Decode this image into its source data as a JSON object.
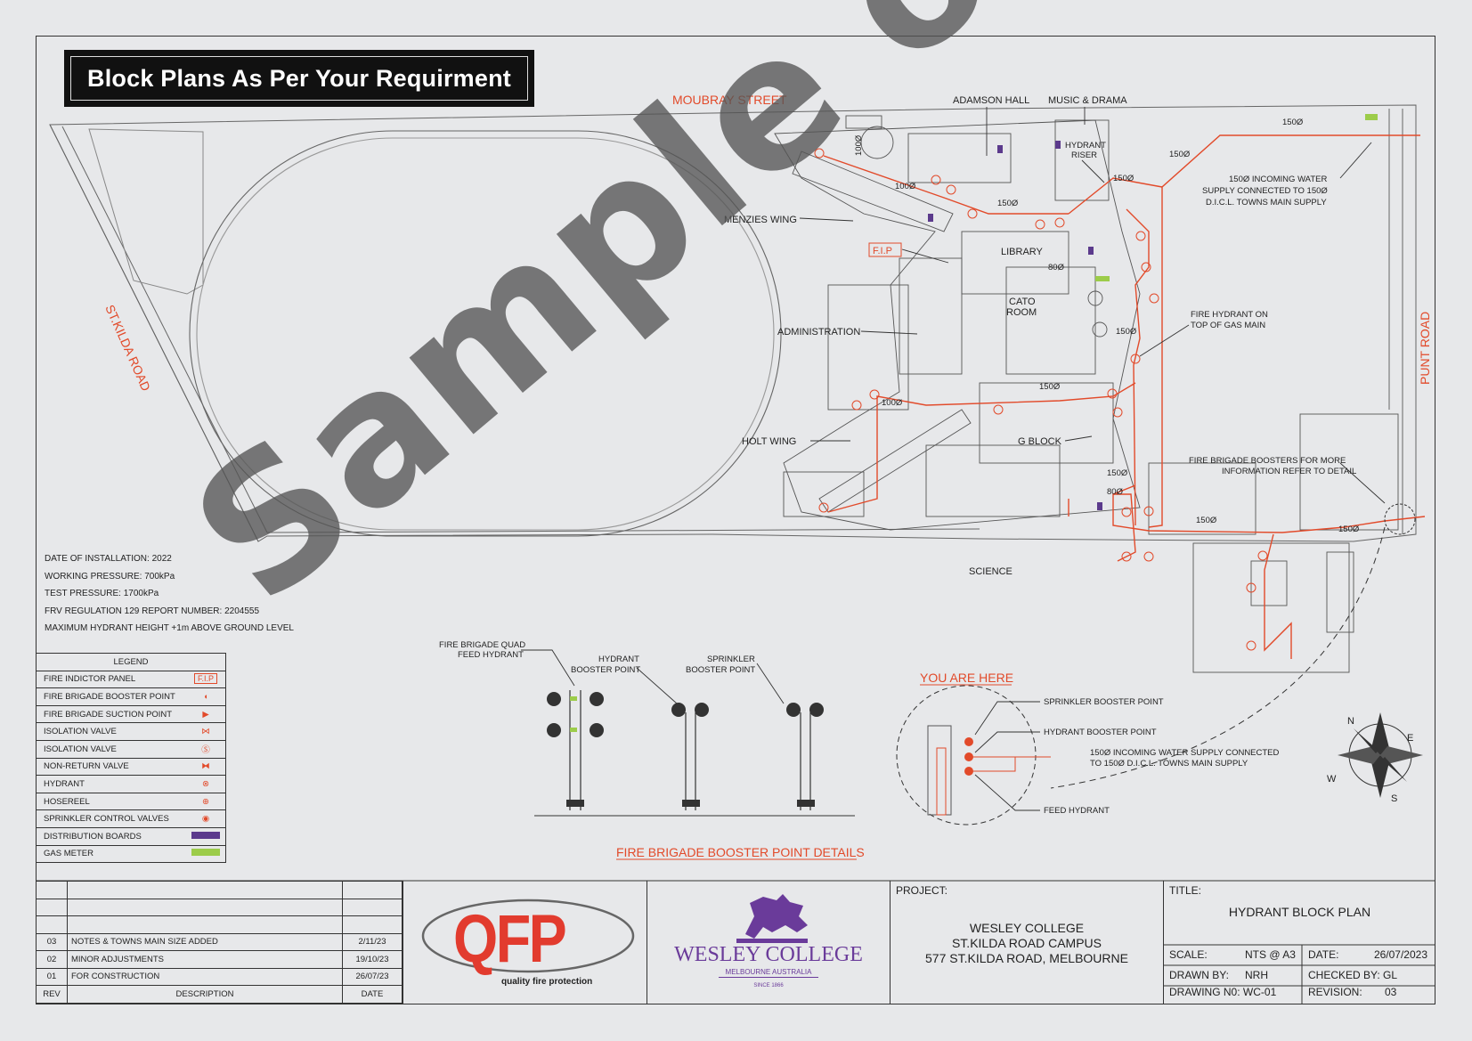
{
  "banner": {
    "title": "Block Plans As Per Your Requirment"
  },
  "watermark": "Sample only",
  "streets": {
    "moubray": "MOUBRAY STREET",
    "stkilda": "ST.KILDA ROAD",
    "punt": "PUNT ROAD"
  },
  "buildings": {
    "adamson": "ADAMSON HALL",
    "music": "MUSIC & DRAMA",
    "menzies": "MENZIES WING",
    "hydrant_riser_1": "HYDRANT",
    "hydrant_riser_2": "RISER",
    "library": "LIBRARY",
    "cato_1": "CATO",
    "cato_2": "ROOM",
    "administration": "ADMINISTRATION",
    "holt": "HOLT WING",
    "gblock": "G BLOCK",
    "science": "SCIENCE",
    "fip": "F.I.P"
  },
  "pipe_labels": {
    "p150": "150Ø",
    "p100": "100Ø",
    "p80": "80Ø"
  },
  "callouts": {
    "incoming_1": "150Ø INCOMING WATER",
    "incoming_2": "SUPPLY CONNECTED TO 150Ø",
    "incoming_3": "D.I.C.L. TOWNS MAIN SUPPLY",
    "gas_1": "FIRE HYDRANT ON",
    "gas_2": "TOP OF GAS MAIN",
    "boosters_1": "FIRE BRIGADE BOOSTERS FOR MORE",
    "boosters_2": "INFORMATION REFER TO DETAIL"
  },
  "notes": {
    "installation": "DATE OF INSTALLATION: 2022",
    "working": "WORKING PRESSURE: 700kPa",
    "test": "TEST PRESSURE: 1700kPa",
    "frv": "FRV REGULATION 129 REPORT NUMBER:  2204555",
    "height": "MAXIMUM HYDRANT HEIGHT +1m ABOVE GROUND LEVEL"
  },
  "legend": {
    "title": "LEGEND",
    "items": [
      {
        "label": "FIRE INDICTOR PANEL",
        "symbol": "F.I.P"
      },
      {
        "label": "FIRE BRIGADE BOOSTER POINT",
        "symbol": "booster-icon"
      },
      {
        "label": "FIRE BRIGADE SUCTION POINT",
        "symbol": "suction-icon"
      },
      {
        "label": "ISOLATION VALVE",
        "symbol": "isolation-valve-icon"
      },
      {
        "label": "ISOLATION VALVE",
        "symbol": "isolation-valve-circle-icon"
      },
      {
        "label": "NON-RETURN VALVE",
        "symbol": "non-return-valve-icon"
      },
      {
        "label": "HYDRANT",
        "symbol": "hydrant-icon"
      },
      {
        "label": "HOSEREEL",
        "symbol": "hosereel-icon"
      },
      {
        "label": "SPRINKLER CONTROL VALVES",
        "symbol": "sprinkler-valve-icon"
      },
      {
        "label": "DISTRIBUTION BOARDS",
        "symbol": "#5b3a8c"
      },
      {
        "label": "GAS METER",
        "symbol": "#9ccc4a"
      }
    ]
  },
  "detail": {
    "quad_1": "FIRE BRIGADE QUAD",
    "quad_2": "FEED HYDRANT",
    "hyd_1": "HYDRANT",
    "hyd_2": "BOOSTER POINT",
    "spr_1": "SPRINKLER",
    "spr_2": "BOOSTER POINT",
    "title": "FIRE BRIGADE BOOSTER POINT DETAILS"
  },
  "you_are_here": {
    "title": "YOU ARE HERE",
    "sprinkler": "SPRINKLER BOOSTER POINT",
    "hydrant": "HYDRANT BOOSTER POINT",
    "incoming_1": "150Ø INCOMING WATER SUPPLY CONNECTED",
    "incoming_2": "TO 150Ø D.I.C.L. TOWNS MAIN SUPPLY",
    "feed": "FEED HYDRANT"
  },
  "compass": {
    "n": "N",
    "e": "E",
    "s": "S",
    "w": "W"
  },
  "revisions": [
    {
      "rev": "03",
      "desc": "NOTES & TOWNS MAIN SIZE ADDED",
      "date": "2/11/23"
    },
    {
      "rev": "02",
      "desc": "MINOR ADJUSTMENTS",
      "date": "19/10/23"
    },
    {
      "rev": "01",
      "desc": "FOR CONSTRUCTION",
      "date": "26/07/23"
    }
  ],
  "rev_header": {
    "rev": "REV",
    "desc": "DESCRIPTION",
    "date": "DATE"
  },
  "qfp": {
    "logo": "QFP",
    "tagline": "quality fire protection"
  },
  "wesley": {
    "name": "WESLEY COLLEGE",
    "sub": "MELBOURNE AUSTRALIA",
    "since": "SINCE 1866"
  },
  "project": {
    "label": "PROJECT:",
    "line1": "WESLEY COLLEGE",
    "line2": "ST.KILDA ROAD CAMPUS",
    "line3": "577 ST.KILDA ROAD, MELBOURNE"
  },
  "title_block": {
    "label": "TITLE:",
    "title": "HYDRANT BLOCK PLAN",
    "scale_label": "SCALE:",
    "scale": "NTS @ A3",
    "date_label": "DATE:",
    "date": "26/07/2023",
    "drawn_label": "DRAWN BY:",
    "drawn": "NRH",
    "checked_label": "CHECKED BY:",
    "checked": "GL",
    "drawing_label": "DRAWING N0:",
    "drawing": "WC-01",
    "revision_label": "REVISION:",
    "revision": "03"
  }
}
